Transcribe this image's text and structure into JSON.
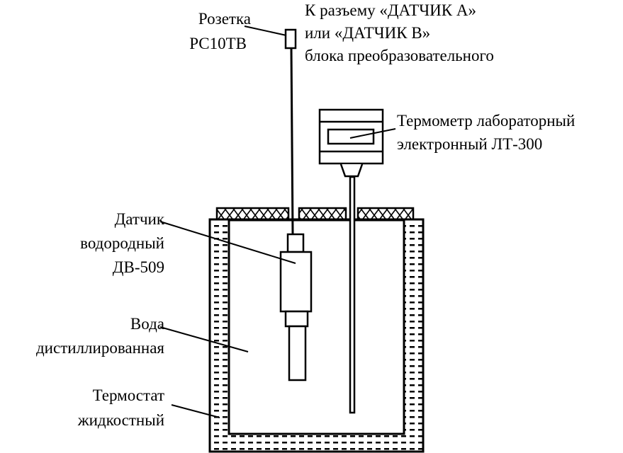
{
  "labels": {
    "socket": [
      "Розетка",
      "РС10ТВ"
    ],
    "connector": [
      "К разъему «ДАТЧИК А»",
      "или «ДАТЧИК В»",
      "блока преобразовательного"
    ],
    "thermometer": [
      "Термометр лабораторный",
      "электронный ЛТ-300"
    ],
    "sensor": [
      "Датчик",
      "водородный",
      "ДВ-509"
    ],
    "water": [
      "Вода",
      "дистиллированная"
    ],
    "thermostat": [
      "Термостат",
      "жидкостный"
    ]
  }
}
